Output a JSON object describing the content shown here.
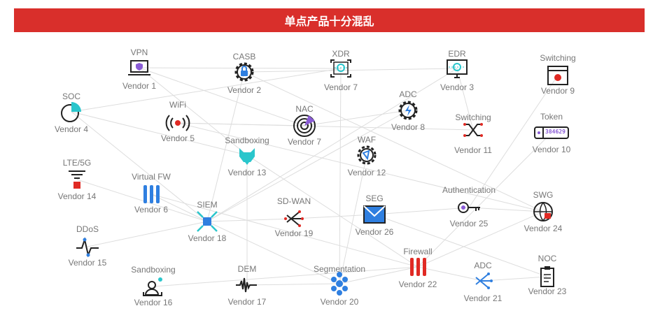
{
  "title": "单点产品十分混乱",
  "nodes": [
    {
      "id": "n1",
      "category": "VPN",
      "vendor": "Vendor 1",
      "icon": "laptop-shield-icon"
    },
    {
      "id": "n2",
      "category": "CASB",
      "vendor": "Vendor 2",
      "icon": "gear-lock-icon"
    },
    {
      "id": "n3",
      "category": "XDR",
      "vendor": "Vendor 7",
      "icon": "scan-screen-icon"
    },
    {
      "id": "n4",
      "category": "EDR",
      "vendor": "Vendor 3",
      "icon": "monitor-scan-icon"
    },
    {
      "id": "n5",
      "category": "Switching",
      "vendor": "Vendor 9",
      "icon": "browser-stop-icon"
    },
    {
      "id": "n6",
      "category": "SOC",
      "vendor": "Vendor 4",
      "icon": "pie-icon"
    },
    {
      "id": "n7",
      "category": "WiFi",
      "vendor": "Vendor 5",
      "icon": "wifi-broadcast-icon"
    },
    {
      "id": "n8",
      "category": "NAC",
      "vendor": "Vendor 7",
      "icon": "radar-icon"
    },
    {
      "id": "n9",
      "category": "ADC",
      "vendor": "Vendor 8",
      "icon": "gear-bolt-icon"
    },
    {
      "id": "n10",
      "category": "Switching",
      "vendor": "Vendor 11",
      "icon": "switch-cross-icon"
    },
    {
      "id": "n11",
      "category": "Token",
      "vendor": "Vendor 10",
      "icon": "token-icon",
      "token": "384629"
    },
    {
      "id": "n12",
      "category": "Sandboxing",
      "vendor": "Vendor 13",
      "icon": "fox-icon"
    },
    {
      "id": "n13",
      "category": "WAF",
      "vendor": "Vendor 12",
      "icon": "gear-network-icon"
    },
    {
      "id": "n14",
      "category": "LTE/5G",
      "vendor": "Vendor 14",
      "icon": "antenna-icon"
    },
    {
      "id": "n15",
      "category": "Virtual FW",
      "vendor": "Vendor 6",
      "icon": "firewall-bars-icon"
    },
    {
      "id": "n16",
      "category": "SIEM",
      "vendor": "Vendor 18",
      "icon": "hub-icon"
    },
    {
      "id": "n17",
      "category": "SD-WAN",
      "vendor": "Vendor 19",
      "icon": "split-arrows-icon"
    },
    {
      "id": "n18",
      "category": "SEG",
      "vendor": "Vendor 26",
      "icon": "envelope-icon"
    },
    {
      "id": "n19",
      "category": "Authentication",
      "vendor": "Vendor 25",
      "icon": "key-icon"
    },
    {
      "id": "n20",
      "category": "SWG",
      "vendor": "Vendor 24",
      "icon": "globe-lock-icon"
    },
    {
      "id": "n21",
      "category": "DDoS",
      "vendor": "Vendor 15",
      "icon": "pulse-icon"
    },
    {
      "id": "n22",
      "category": "Sandboxing",
      "vendor": "Vendor 16",
      "icon": "sandbox-user-icon"
    },
    {
      "id": "n23",
      "category": "DEM",
      "vendor": "Vendor 17",
      "icon": "waveform-icon"
    },
    {
      "id": "n24",
      "category": "Segmentation",
      "vendor": "Vendor 20",
      "icon": "hexagon-cluster-icon"
    },
    {
      "id": "n25",
      "category": "Firewall",
      "vendor": "Vendor 22",
      "icon": "firewall-bars-red-icon"
    },
    {
      "id": "n26",
      "category": "ADC",
      "vendor": "Vendor 21",
      "icon": "split-arrows-blue-icon"
    },
    {
      "id": "n27",
      "category": "NOC",
      "vendor": "Vendor 23",
      "icon": "clipboard-icon"
    }
  ],
  "edges": [
    [
      "n1",
      "n3"
    ],
    [
      "n1",
      "n8"
    ],
    [
      "n1",
      "n12"
    ],
    [
      "n2",
      "n4"
    ],
    [
      "n2",
      "n16"
    ],
    [
      "n2",
      "n20"
    ],
    [
      "n6",
      "n3"
    ],
    [
      "n6",
      "n12"
    ],
    [
      "n6",
      "n16"
    ],
    [
      "n7",
      "n8"
    ],
    [
      "n7",
      "n10"
    ],
    [
      "n7",
      "n20"
    ],
    [
      "n3",
      "n24"
    ],
    [
      "n4",
      "n10"
    ],
    [
      "n4",
      "n16"
    ],
    [
      "n9",
      "n8"
    ],
    [
      "n5",
      "n19"
    ],
    [
      "n11",
      "n25"
    ],
    [
      "n12",
      "n25"
    ],
    [
      "n12",
      "n23"
    ],
    [
      "n14",
      "n16"
    ],
    [
      "n15",
      "n16"
    ],
    [
      "n15",
      "n25"
    ],
    [
      "n21",
      "n16"
    ],
    [
      "n16",
      "n17"
    ],
    [
      "n17",
      "n18"
    ],
    [
      "n18",
      "n19"
    ],
    [
      "n18",
      "n27"
    ],
    [
      "n19",
      "n20"
    ],
    [
      "n25",
      "n26"
    ],
    [
      "n26",
      "n27"
    ],
    [
      "n24",
      "n25"
    ],
    [
      "n23",
      "n24"
    ],
    [
      "n22",
      "n25"
    ],
    [
      "n13",
      "n24"
    ],
    [
      "n16",
      "n24"
    ],
    [
      "n25",
      "n20"
    ],
    [
      "n16",
      "n9"
    ]
  ],
  "colors": {
    "banner": "#d92f2b",
    "edge": "#dddddd",
    "label": "#777777"
  }
}
